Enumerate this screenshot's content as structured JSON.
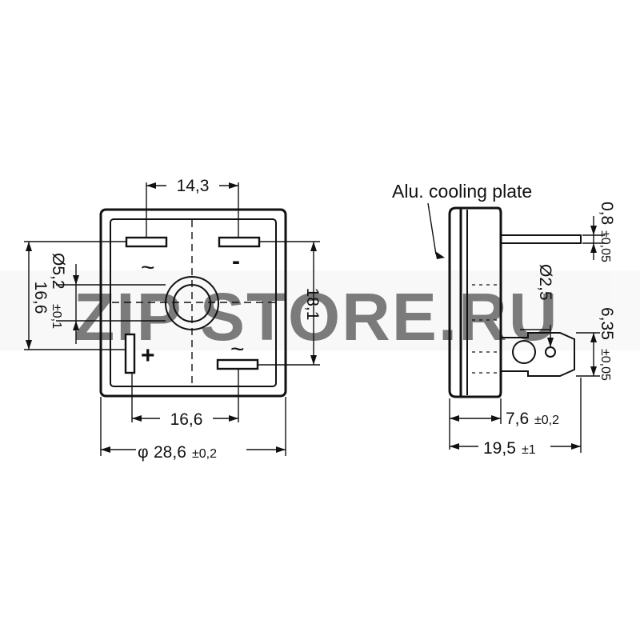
{
  "front_view": {
    "dim_top": "14,3",
    "dim_bottom_inner": "16,6",
    "dim_overall": "28,6",
    "dim_overall_symbol": "φ",
    "dim_overall_tolerance": "±0,2",
    "dim_hole": "Ø5,2",
    "dim_hole_tolerance": "±0,1",
    "dim_left": "16,6",
    "dim_right": "18,1",
    "terminal_ac_top": "~",
    "terminal_minus": "-",
    "terminal_ac_bottom": "~",
    "terminal_plus": "+"
  },
  "side_view": {
    "label_plate": "Alu. cooling plate",
    "dim_pin_thickness": "0,8",
    "dim_pin_thickness_tolerance": "±0,05",
    "dim_pin_hole": "Ø2,5",
    "dim_pin_width": "6,35",
    "dim_pin_width_tolerance": "±0,05",
    "dim_body_depth": "7,6",
    "dim_body_depth_tolerance": "±0,2",
    "dim_total_length": "19,5",
    "dim_total_length_tolerance": "±1"
  },
  "watermark": {
    "left": "ZIP",
    "right": "STORE.RU",
    "color_left": "#f39c3a",
    "color_right": "#cfcfcf"
  }
}
